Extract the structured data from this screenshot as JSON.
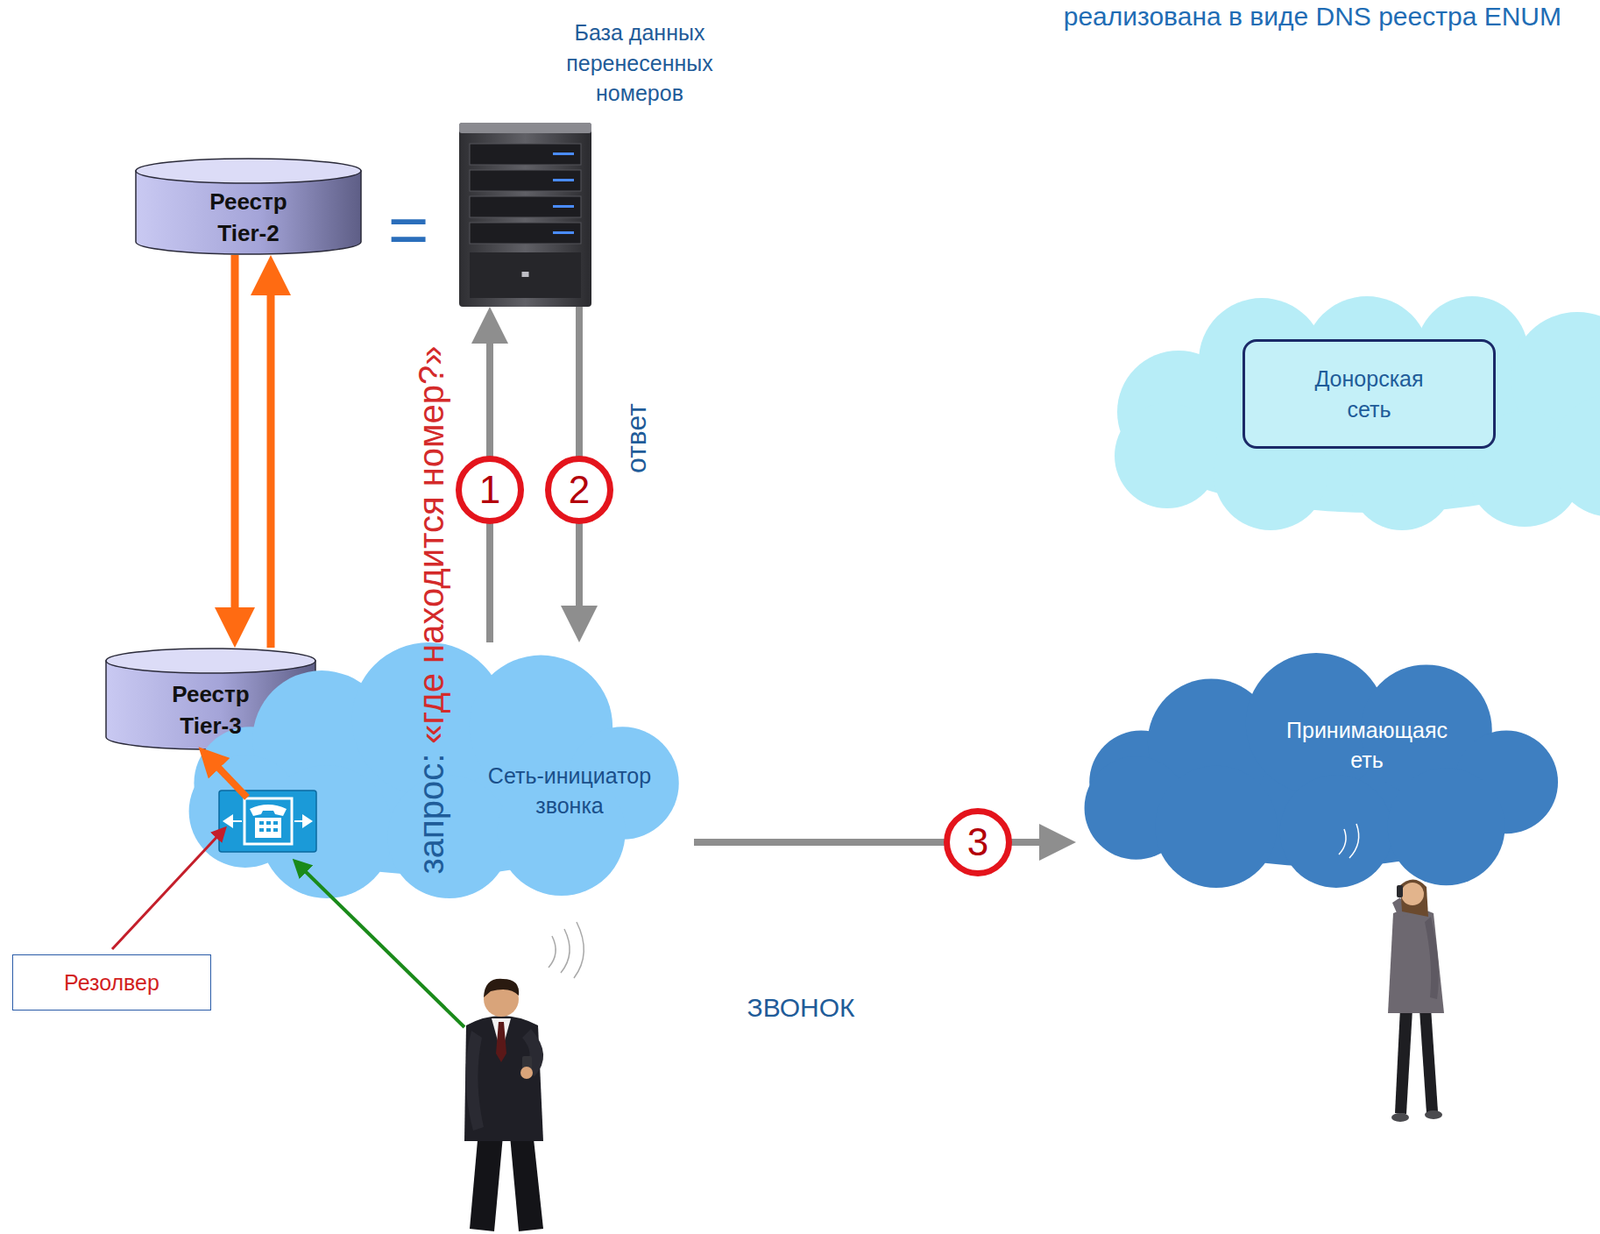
{
  "diagram": {
    "nodes": [
      {
        "text": [
          "Реестр Tier-2"
        ]
      },
      {
        "text": [
          "База данных перенесенных номеров"
        ]
      },
      {
        "text": [
          "Донорская сеть"
        ]
      },
      {
        "text": [
          "Реестр Tier-3"
        ]
      },
      {
        "text": [
          "Сеть-инициатор звонка"
        ]
      },
      {
        "text": [
          "Принимающаяс еть"
        ]
      },
      {
        "text": [
          "Резолвер"
        ]
      }
    ],
    "edges": [
      {
        "from": 0,
        "to": 3,
        "arrow": "to"
      },
      {
        "from": 3,
        "to": 0,
        "arrow": "to"
      },
      {
        "from": 4,
        "to": 1,
        "arrow": "to"
      },
      {
        "from": 1,
        "to": 4,
        "label": "ответ",
        "arrow": "to"
      },
      {
        "from": 4,
        "to": 5,
        "label": "ЗВОНОК",
        "arrow": "to"
      }
    ],
    "labels": [
      "реализована в виде DNS реестра ENUM",
      "=",
      "1",
      "2",
      "3",
      "запрос:",
      "«где находится номер?»"
    ]
  }
}
